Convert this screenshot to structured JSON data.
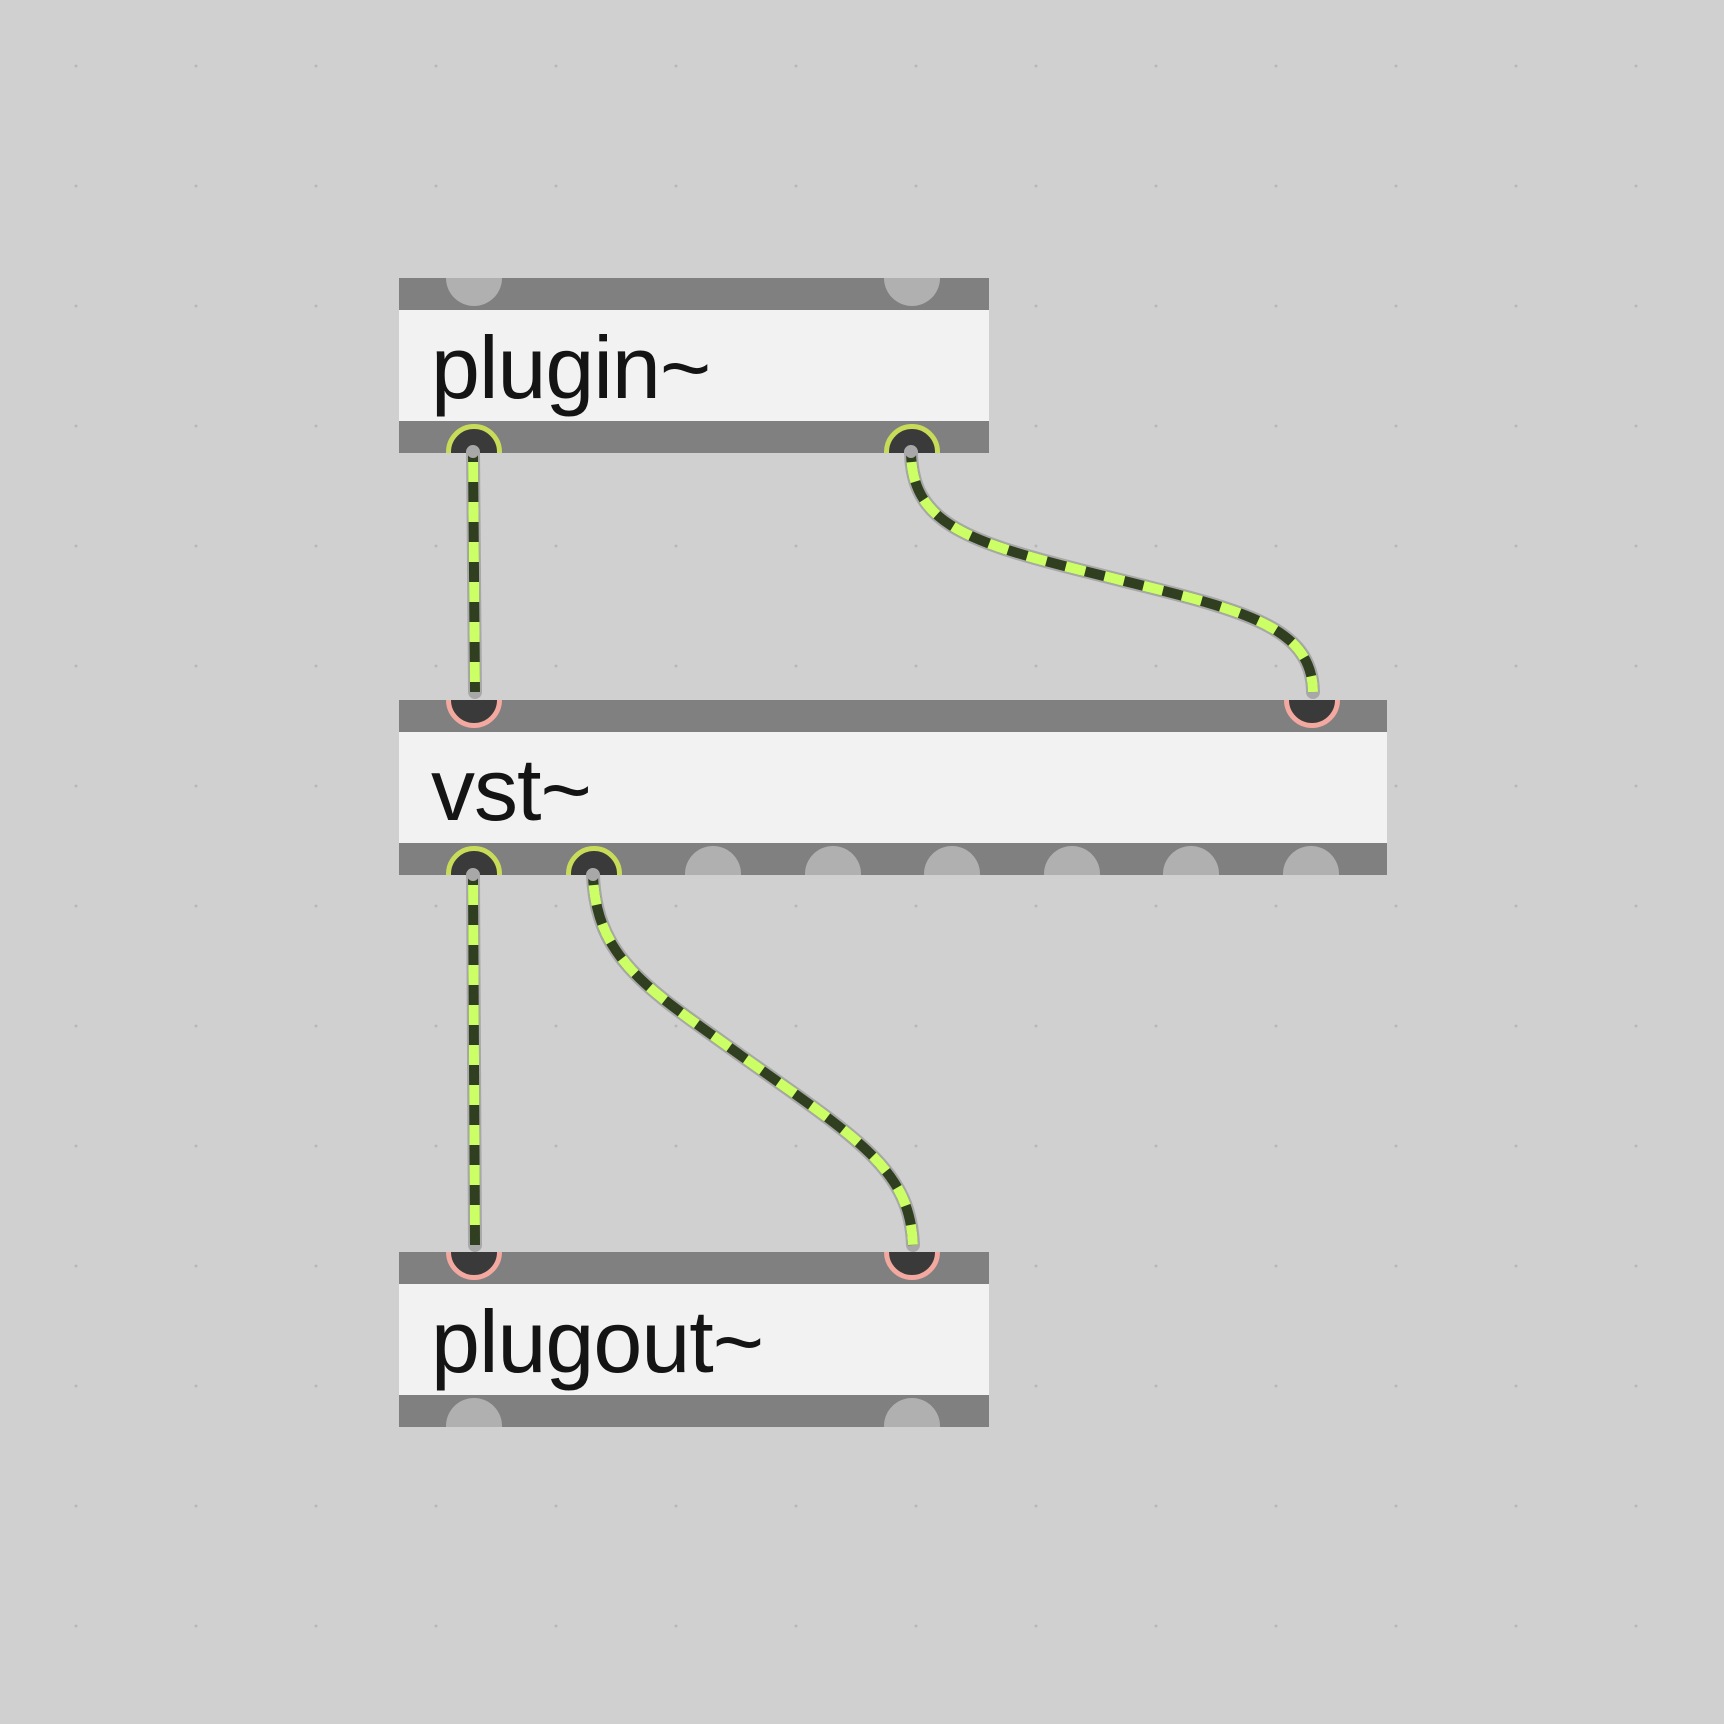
{
  "patcher": {
    "objects": {
      "plugin": {
        "text": "plugin~"
      },
      "vst": {
        "text": "vst~"
      },
      "plugout": {
        "text": "plugout~"
      }
    },
    "colors": {
      "canvas": "#d0d0d0",
      "object_fill": "#f2f2f2",
      "object_bar": "#808080",
      "outlet_ring": "#c8dc5a",
      "inlet_ring": "#f3a8a0",
      "idle_port": "#b0b0b0",
      "cord_dark": "#2f3f1f",
      "cord_light": "#ccff66"
    }
  }
}
